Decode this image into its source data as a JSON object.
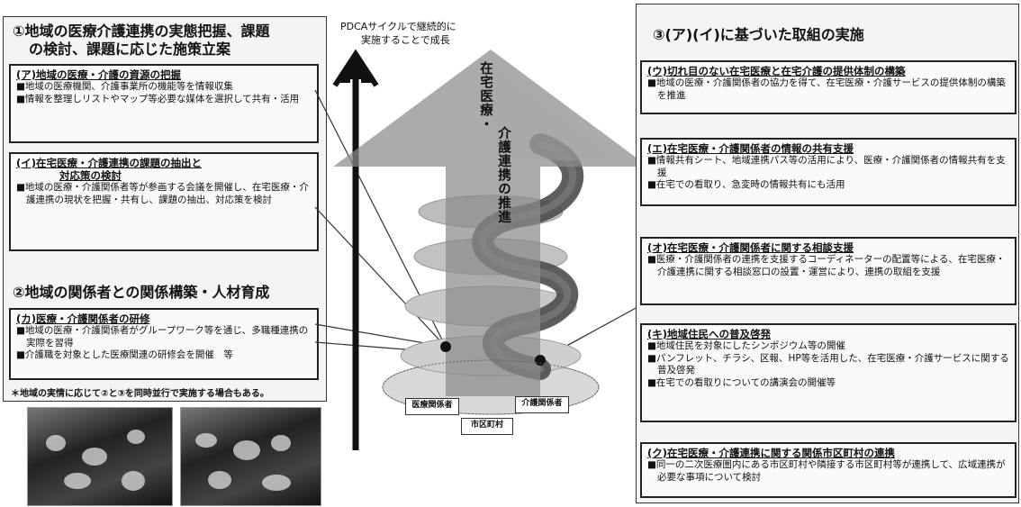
{
  "left": {
    "section1_title_line1": "①地域の医療介護連携の実態把握、課題",
    "section1_title_line2": "の検討、課題に応じた施策立案",
    "box_a": {
      "heading": "(ア)地域の医療・介護の資源の把握",
      "items": [
        "■地域の医療機関、介護事業所の機能等を情報収集",
        "■情報を整理しリストやマップ等必要な媒体を選択して共有・活用"
      ]
    },
    "box_i": {
      "heading_line1": "(イ)在宅医療・介護連携の課題の抽出と",
      "heading_line2": "対応策の検討",
      "items": [
        "■地域の医療・介護関係者等が参画する会議を開催し、在宅医療・介護連携の現状を把握・共有し、課題の抽出、対応策を検討"
      ]
    },
    "section2_title": "②地域の関係者との関係構築・人材育成",
    "box_ka": {
      "heading": "(カ)医療・介護関係者の研修",
      "items": [
        "■地域の医療・介護関係者がグループワーク等を通じ、多職種連携の実際を習得",
        "■介護職を対象とした医療関連の研修会を開催　等"
      ]
    },
    "note": "＊地域の実情に応じて②と③を同時並行で実施する場合もある。"
  },
  "center": {
    "pdca_line1": "PDCAサイクルで継続的に",
    "pdca_line2": "実施することで成長",
    "arrow_text_1": "在宅医療・",
    "arrow_text_2": "介護連携の推進",
    "label_medical": "医療関係者",
    "label_care": "介護関係者",
    "label_city": "市区町村"
  },
  "right": {
    "section3_title": "③(ア)(イ)に基づいた取組の実施",
    "box_u": {
      "heading": "(ウ)切れ目のない在宅医療と在宅介護の提供体制の構築",
      "items": [
        "■地域の医療・介護関係者の協力を得て、在宅医療・介護サービスの提供体制の構築を推進"
      ]
    },
    "box_e": {
      "heading": "(エ)在宅医療・介護関係者の情報の共有支援",
      "items": [
        "■情報共有シート、地域連携パス等の活用により、医療・介護関係者の情報共有を支援",
        "■在宅での看取り、急変時の情報共有にも活用"
      ]
    },
    "box_o": {
      "heading": "(オ)在宅医療・介護関係者に関する相談支援",
      "items": [
        "■医療・介護関係者の連携を支援するコーディネーターの配置等による、在宅医療・介護連携に関する相談窓口の設置・運営により、連携の取組を支援"
      ]
    },
    "box_ki": {
      "heading": "(キ)地域住民への普及啓発",
      "items": [
        "■地域住民を対象にしたシンポジウム等の開催",
        "■パンフレット、チラシ、区報、HP等を活用した、在宅医療・介護サービスに関する普及啓発",
        "■在宅での看取りについての講演会の開催等"
      ]
    },
    "box_ku": {
      "heading": "(ク)在宅医療・介護連携に関する関係市区町村の連携",
      "items": [
        "■同一の二次医療圏内にある市区町村や隣接する市区町村等が連携して、広域連携が必要な事項について検討"
      ]
    },
    "colors": {
      "arrow": "#8a8a8a",
      "spiral": "#5a5a5a",
      "ring": "#b5b5b5"
    }
  }
}
